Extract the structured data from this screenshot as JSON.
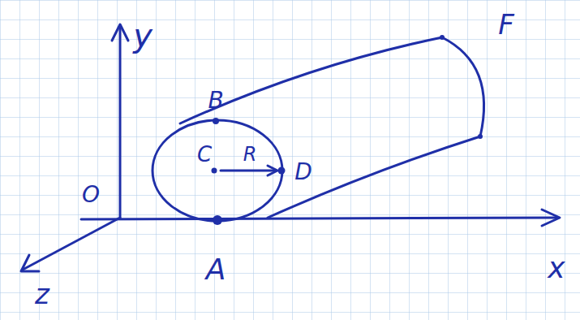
{
  "diagram": {
    "labels": [
      "y",
      "B",
      "C",
      "R",
      "D",
      "F",
      "O",
      "z",
      "A",
      "x"
    ]
  }
}
